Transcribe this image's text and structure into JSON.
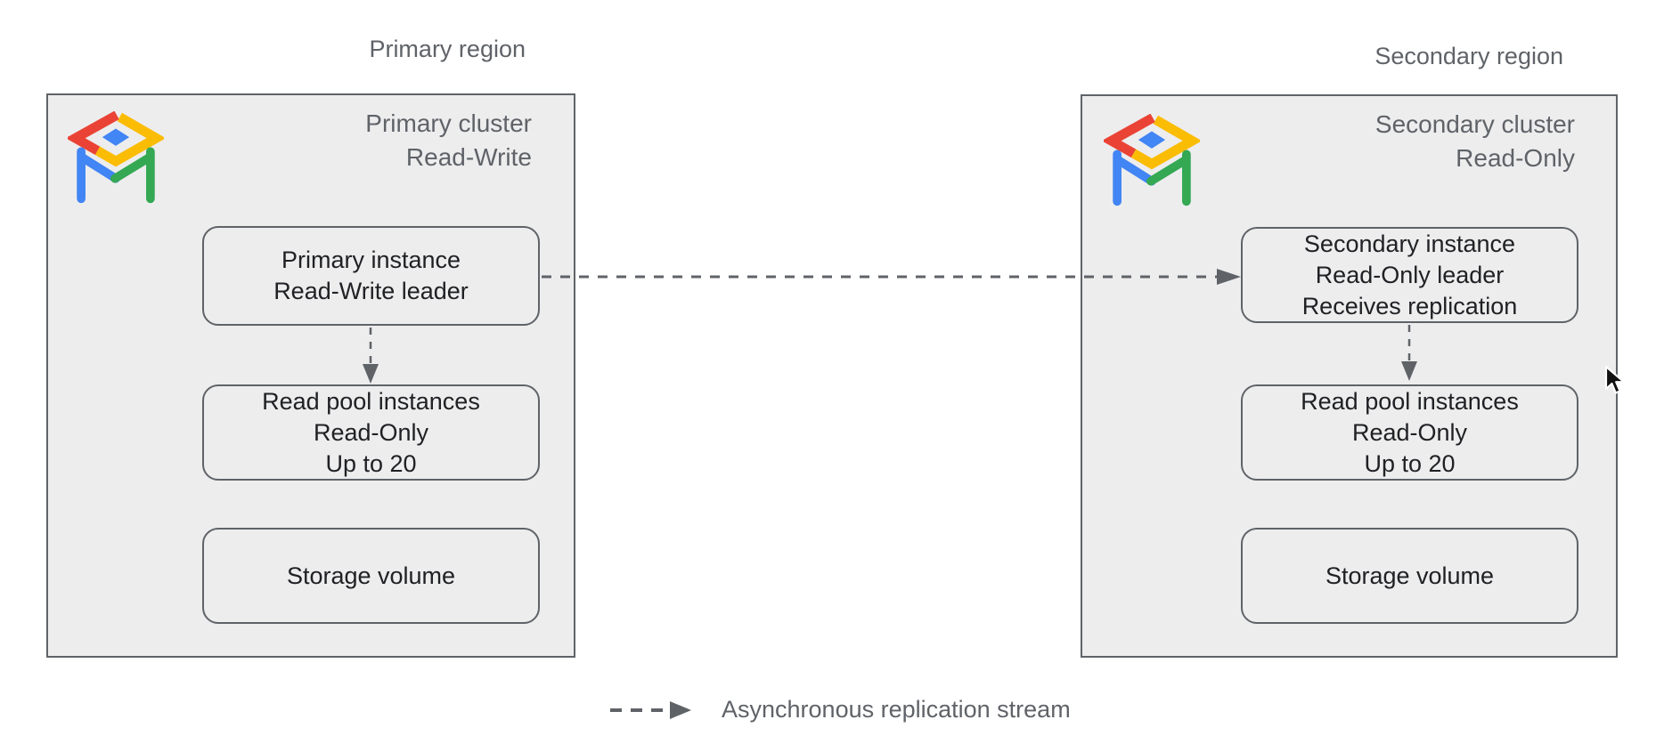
{
  "colors": {
    "page_background": "#ffffff",
    "panel_gray": "#ededee",
    "border_gray": "#5f6368",
    "text_dark": "#202124",
    "text_gray": "#5f6368",
    "logo_red": "#ea4335",
    "logo_yellow": "#fbbc04",
    "logo_green": "#34a853",
    "logo_blue": "#4285f4"
  },
  "primary": {
    "region_label": "Primary region",
    "cluster_label_line1": "Primary cluster",
    "cluster_label_line2": "Read-Write",
    "instance_line1": "Primary instance",
    "instance_line2": "Read-Write leader",
    "read_pool_line1": "Read pool instances",
    "read_pool_line2": "Read-Only",
    "read_pool_line3": "Up to 20",
    "storage_label": "Storage volume"
  },
  "secondary": {
    "region_label": "Secondary region",
    "cluster_label_line1": "Secondary cluster",
    "cluster_label_line2": "Read-Only",
    "instance_line1": "Secondary instance",
    "instance_line2": "Read-Only leader",
    "instance_line3": "Receives replication",
    "read_pool_line1": "Read pool instances",
    "read_pool_line2": "Read-Only",
    "read_pool_line3": "Up to 20",
    "storage_label": "Storage volume"
  },
  "legend": {
    "replication_label": "Asynchronous replication stream"
  },
  "icons": {
    "cluster_icon": "alloydb-icon",
    "pointer_icon": "mouse-cursor-icon"
  }
}
